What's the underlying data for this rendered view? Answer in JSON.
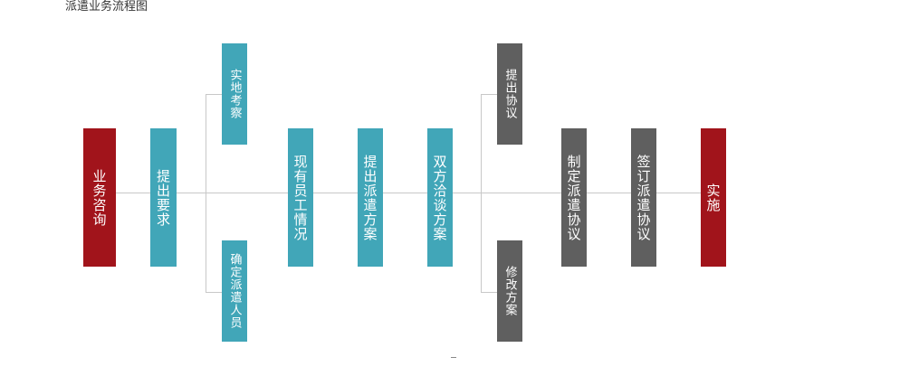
{
  "title": "派遣业务流程图",
  "colors": {
    "red": "#a1141b",
    "teal": "#41a6b8",
    "gray": "#5f5f5f",
    "line": "#c8c8c8"
  },
  "nodes": {
    "business_consult": "业务咨询",
    "submit_request": "提出要求",
    "site_survey": "实地考察",
    "confirm_staff": "确定派遣人员",
    "current_staff": "现有员工情况",
    "propose_plan": "提出派遣方案",
    "negotiate_plan": "双方洽谈方案",
    "propose_agreement": "提出协议",
    "revise_plan": "修改方案",
    "draft_agreement": "制定派遣协议",
    "sign_agreement": "签订派遣协议",
    "implement": "实施"
  }
}
